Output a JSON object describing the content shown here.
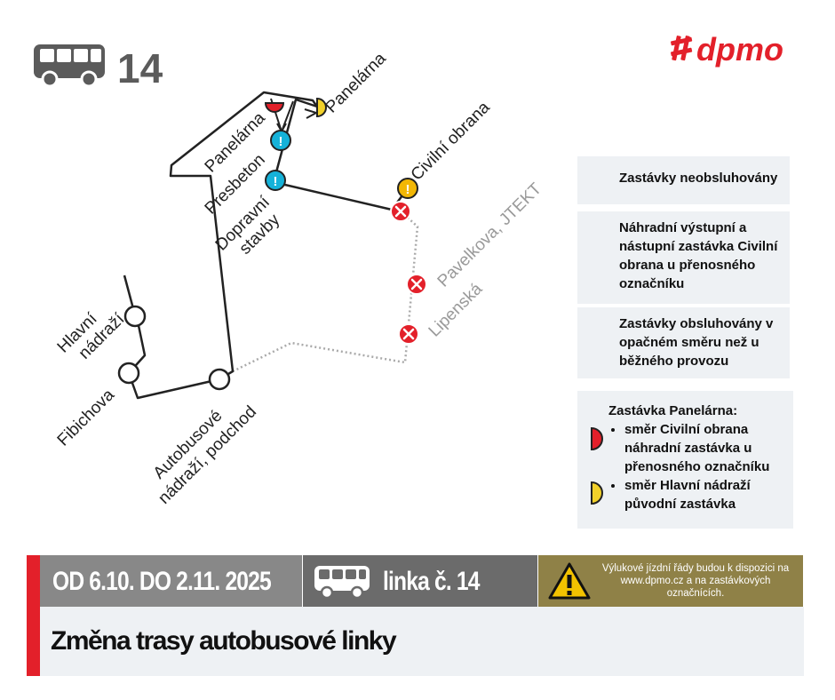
{
  "header": {
    "line_number": "14",
    "brand": "dpmo",
    "bus_icon": "bus-icon",
    "brand_icon": "dpmo-logo"
  },
  "stops": {
    "hlavni_nadrazi": "Hlavní nádraží",
    "fibichova": "Fibichova",
    "autobusove_nadrazi": "Autobusové nádraží, podchod",
    "panelarna_left": "Panelárna",
    "panelarna_right": "Panelárna",
    "presbeton": "Presbeton",
    "dopravni_stavby": "Dopravní stavby",
    "civilni_obrana": "Civilní obrana",
    "pavelkova_jtekt": "Pavelkova, JTEKT",
    "lipenska": "Lipenská"
  },
  "legend": {
    "not_served": "Zastávky neobsluhovány",
    "replacement": "Náhradní výstupní a nástupní zastávka Civilní obrana u přenosného označníku",
    "opposite": "Zastávky obsluhovány v opačném směru než u běžného provozu",
    "panelarna_title": "Zastávka Panelárna:",
    "panelarna_item1": "směr Civilní obrana náhradní zastávka u přenosného označníku",
    "panelarna_item2": "směr Hlavní nádraží původní zastávka"
  },
  "footer": {
    "dates": "OD 6.10. DO 2.11. 2025",
    "line_label": "linka č. 14",
    "notice": "Výlukové jízdní řády budou k dispozici na www.dpmo.cz a na zastávkových označnících.",
    "title": "Změna trasy autobusové linky"
  },
  "colors": {
    "red": "#e3202a",
    "yellow": "#f2b705",
    "cyan": "#15b2d9",
    "gray_dark": "#6b6b6b",
    "gray_mid": "#888888",
    "olive": "#8f8147",
    "panel": "#eef1f4"
  }
}
